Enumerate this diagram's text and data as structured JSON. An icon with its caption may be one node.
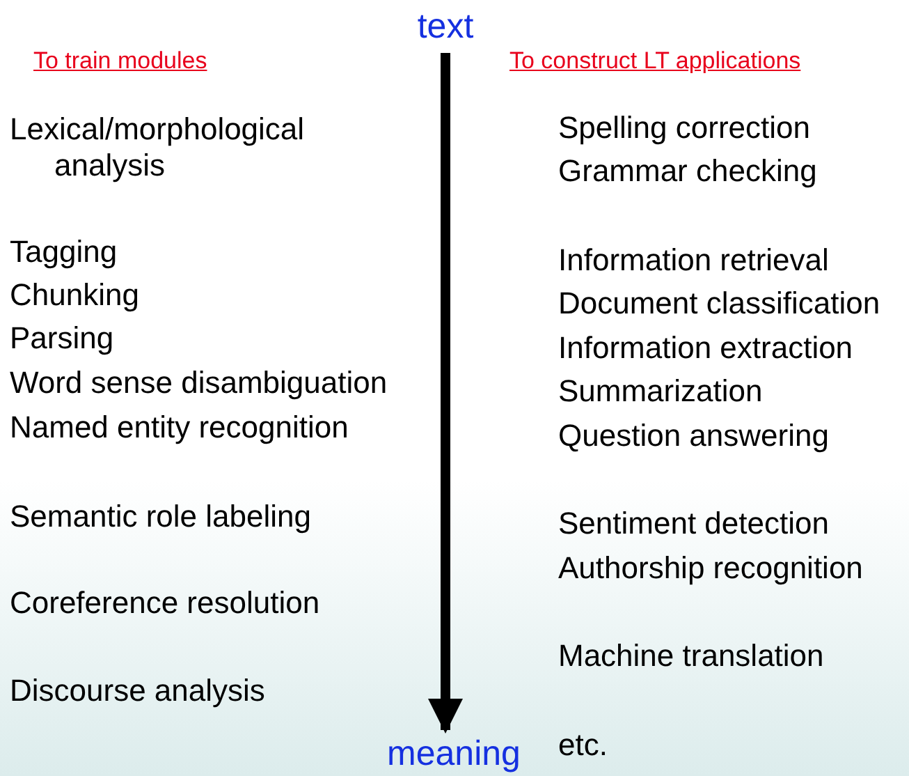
{
  "diagram": {
    "nodes": [
      {
        "text": [
          "text"
        ]
      },
      {
        "text": [
          "meaning"
        ]
      }
    ],
    "edges": [
      {
        "from": 0,
        "to": 1,
        "arrow": "to"
      }
    ],
    "labels": [
      "To train modules",
      "To construct LT applications",
      "Lexical/morphological analysis",
      "Tagging",
      "Chunking",
      "Parsing",
      "Word sense disambiguation",
      "Named entity recognition",
      "Semantic role labeling",
      "Coreference resolution",
      "Discourse analysis",
      "Spelling correction",
      "Grammar checking",
      "Information retrieval",
      "Document classification",
      "Information extraction",
      "Summarization",
      "Question answering",
      "Sentiment detection",
      "Authorship recognition",
      "Machine translation",
      "etc."
    ]
  }
}
